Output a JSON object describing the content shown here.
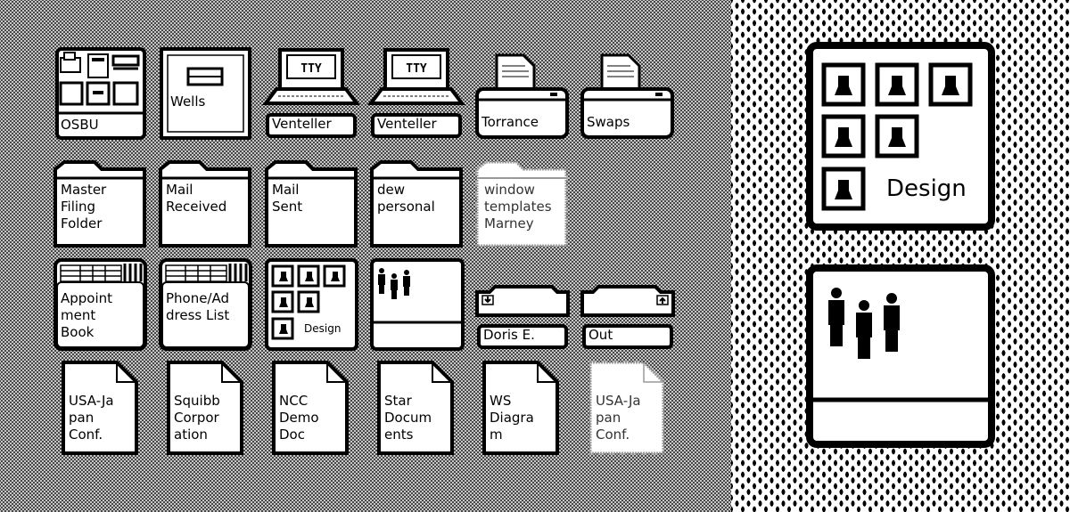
{
  "desktop": {
    "row1": [
      {
        "label": "OSBU",
        "type": "workstation-group"
      },
      {
        "label": "Wells",
        "type": "file-drawer"
      },
      {
        "label": "Venteller",
        "type": "terminal",
        "screen_text": "TTY"
      },
      {
        "label": "Venteller",
        "type": "terminal",
        "screen_text": "TTY"
      },
      {
        "label": "Torrance",
        "type": "printer"
      },
      {
        "label": "Swaps",
        "type": "printer"
      }
    ],
    "row2": [
      {
        "label": "Master\nFiling\nFolder",
        "type": "folder"
      },
      {
        "label": "Mail\nReceived",
        "type": "folder"
      },
      {
        "label": "Mail\nSent",
        "type": "folder"
      },
      {
        "label": "dew\npersonal",
        "type": "folder"
      },
      {
        "label": "window\ntemplates\nMarney",
        "type": "folder",
        "ghosted": true
      }
    ],
    "row3": [
      {
        "label": "Appoint\nment\nBook",
        "type": "record-file"
      },
      {
        "label": "Phone/Ad\ndress List",
        "type": "record-file"
      },
      {
        "label": "Design",
        "type": "directory"
      },
      {
        "label": "",
        "type": "user-group"
      },
      {
        "label": "Doris E.",
        "type": "in-basket"
      },
      {
        "label": "Out",
        "type": "out-basket"
      }
    ],
    "row4": [
      {
        "label": "USA-Ja\npan\nConf.",
        "type": "document"
      },
      {
        "label": "Squibb\nCorpor\nation",
        "type": "document"
      },
      {
        "label": "NCC\nDemo\nDoc",
        "type": "document"
      },
      {
        "label": "Star\nDocum\nents",
        "type": "document"
      },
      {
        "label": "WS\nDiagra\nm",
        "type": "document"
      },
      {
        "label": "USA-Ja\npan\nConf.",
        "type": "document",
        "ghosted": true
      }
    ]
  },
  "enlarged": {
    "directory_label": "Design",
    "group_label": ""
  }
}
